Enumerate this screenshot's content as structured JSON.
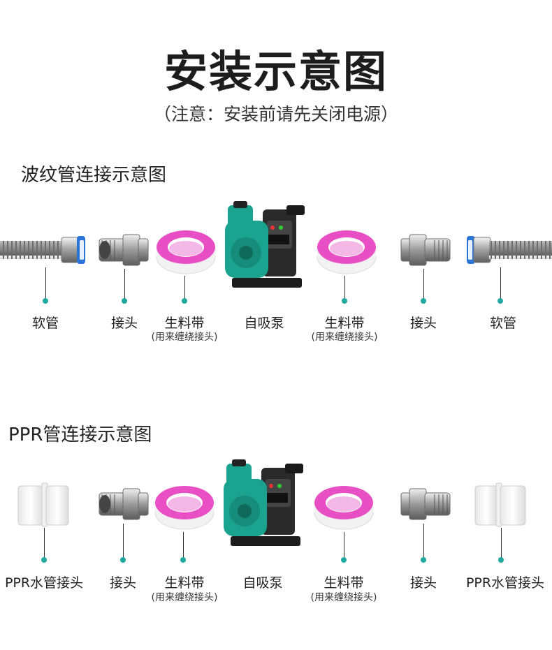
{
  "header": {
    "title": "安装示意图",
    "subtitle": "（注意：安装前请先关闭电源）"
  },
  "sections": [
    {
      "title": "波纹管连接示意图",
      "parts": [
        {
          "label": "软管",
          "note": ""
        },
        {
          "label": "接头",
          "note": ""
        },
        {
          "label": "生料带",
          "note": "(用来缠绕接头)"
        },
        {
          "label": "自吸泵",
          "note": ""
        },
        {
          "label": "生料带",
          "note": "(用来缠绕接头)"
        },
        {
          "label": "接头",
          "note": ""
        },
        {
          "label": "软管",
          "note": ""
        }
      ]
    },
    {
      "title": "PPR管连接示意图",
      "parts": [
        {
          "label": "PPR水管接头",
          "note": ""
        },
        {
          "label": "接头",
          "note": ""
        },
        {
          "label": "生料带",
          "note": "(用来缠绕接头)"
        },
        {
          "label": "自吸泵",
          "note": ""
        },
        {
          "label": "生料带",
          "note": "(用来缠绕接头)"
        },
        {
          "label": "接头",
          "note": ""
        },
        {
          "label": "PPR水管接头",
          "note": ""
        }
      ]
    }
  ],
  "colors": {
    "accent_dot": "#1fa99f",
    "pump_body": "#1aa38e",
    "tape_pink": "#e94fc4",
    "hose_cap_blue": "#2a74d6"
  },
  "icons": [
    "hose-icon",
    "fitting-icon",
    "tape-icon",
    "pump-icon",
    "ppr-joint-icon"
  ]
}
